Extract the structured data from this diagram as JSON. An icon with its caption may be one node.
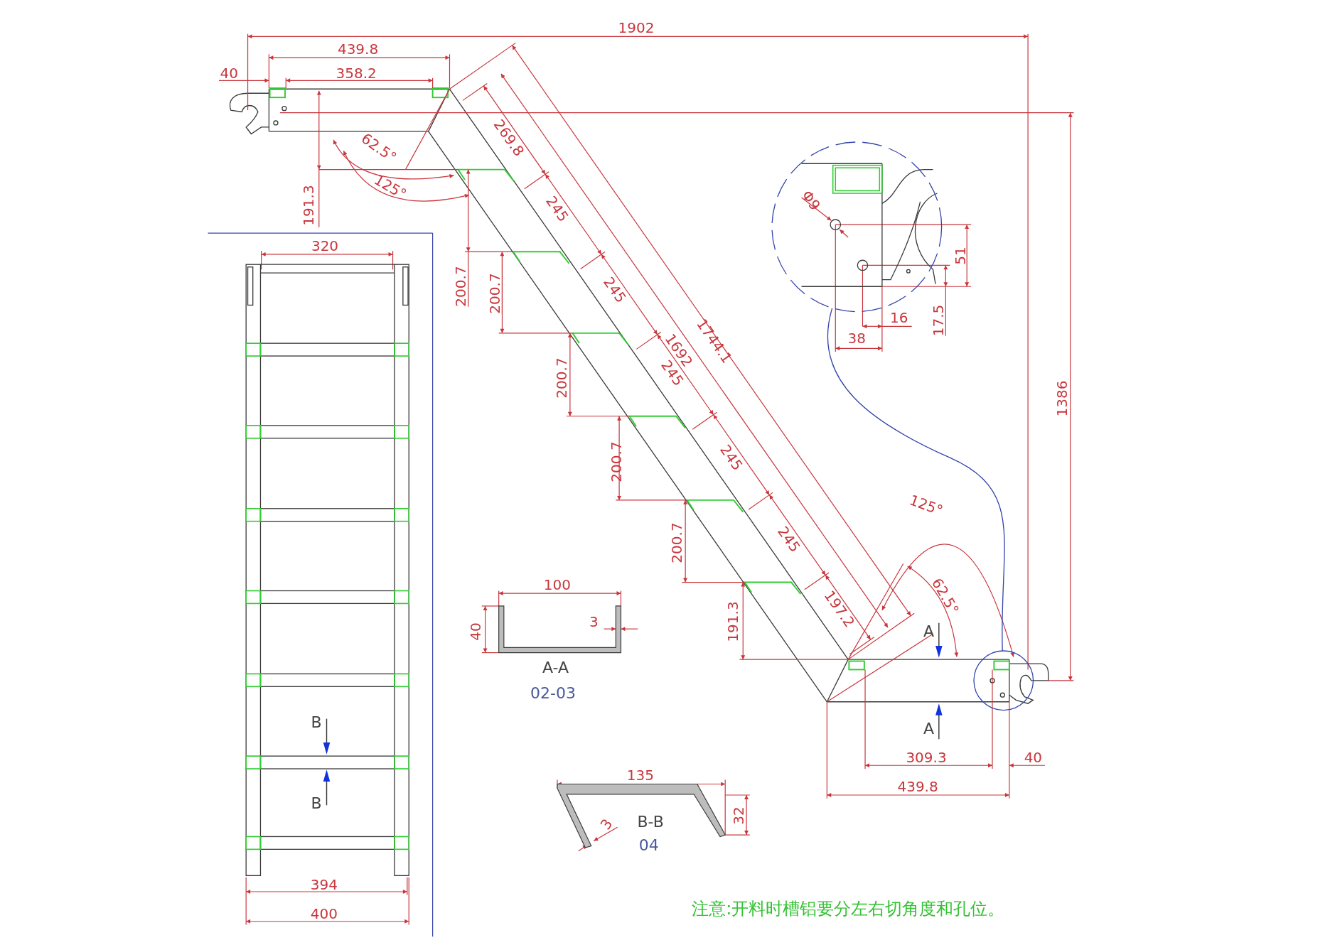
{
  "diagram": {
    "nodes": [
      {
        "text": [],
        "shape": "circle"
      },
      {
        "text": [],
        "shape": "circle"
      }
    ],
    "edges": [
      {
        "from": 0,
        "to": 1,
        "arrow": "none"
      }
    ],
    "labels": [
      "1902",
      "439.8",
      "40",
      "358.2",
      "269.8",
      "62.5°",
      "125°",
      "191.3",
      "245",
      "Φ9",
      "320",
      "200.7",
      "200.7",
      "245",
      "51",
      "16",
      "17.5",
      "38",
      "1692",
      "1744.1",
      "245",
      "200.7",
      "1386",
      "200.7",
      "245",
      "125°",
      "200.7",
      "245",
      "100",
      "62.5°",
      "3",
      "40",
      "191.3",
      "197.2",
      "A",
      "A-A",
      "02-03",
      "A",
      "B",
      "309.3",
      "40",
      "439.8",
      "135",
      "B",
      "32",
      "3",
      "B-B",
      "04",
      "394",
      "400",
      "注意:开料时槽铝要分左右切角度和孔位。"
    ]
  }
}
